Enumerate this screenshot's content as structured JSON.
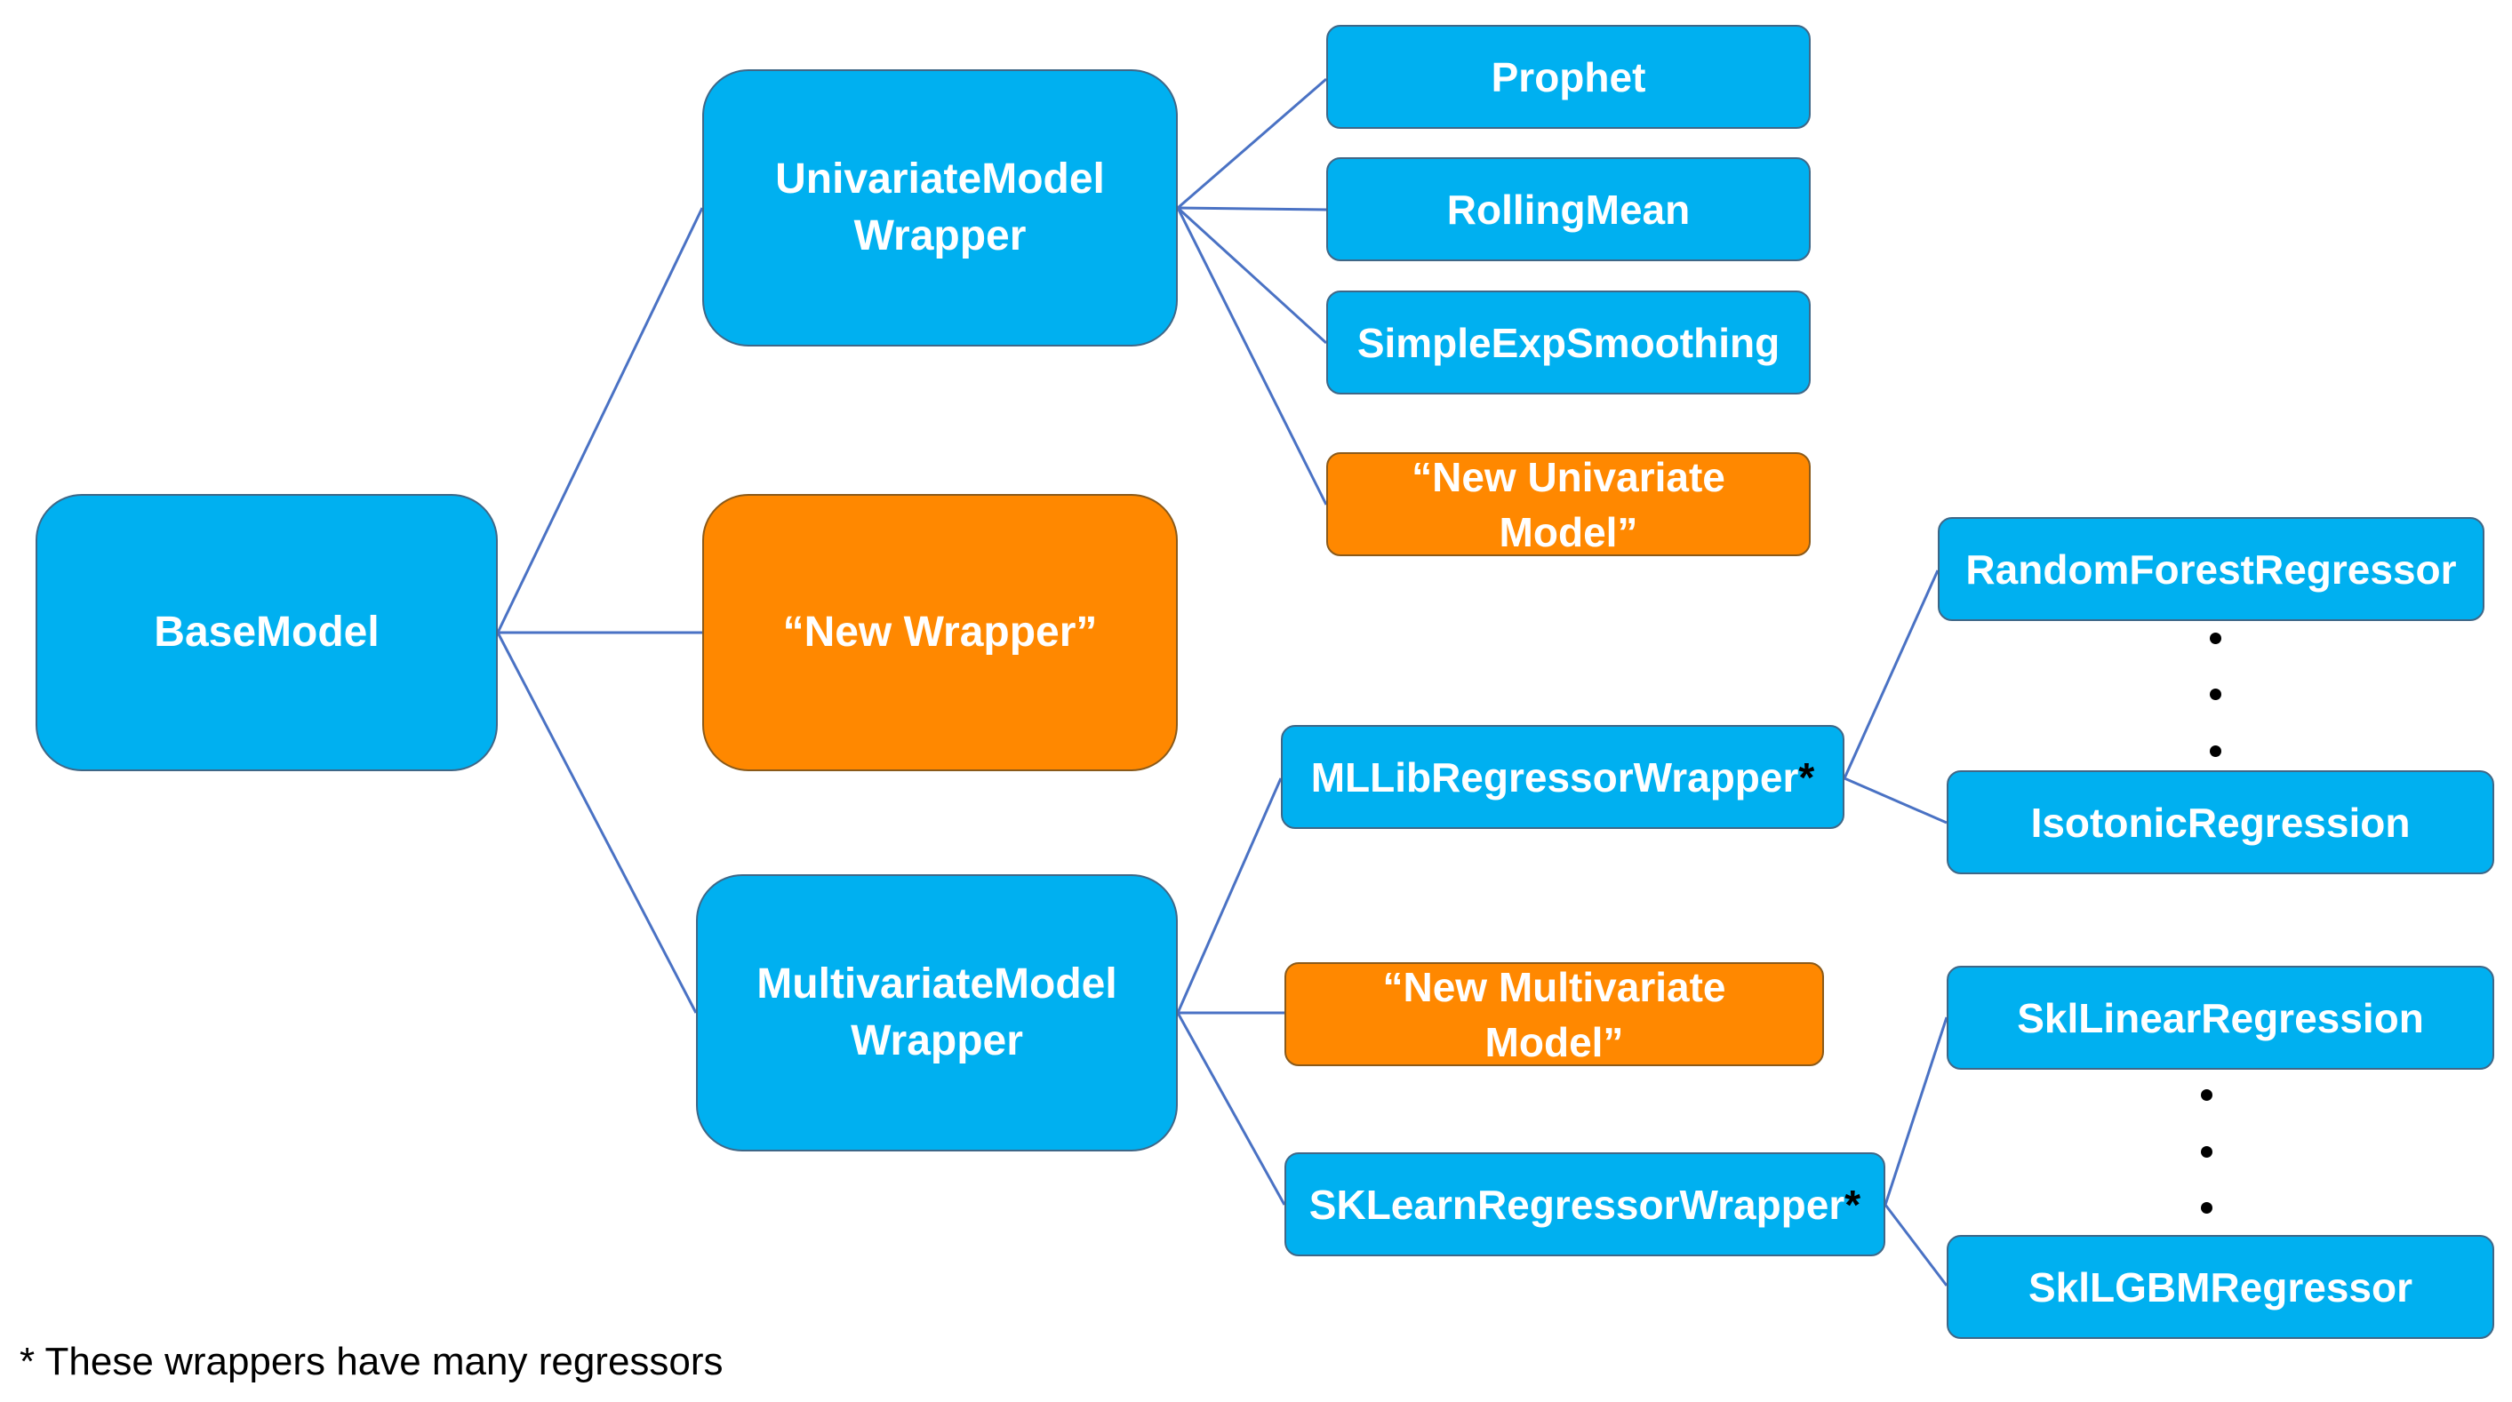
{
  "colors": {
    "node_blue": "#00b0f0",
    "node_orange": "#ff8800",
    "connector": "#4a72c4",
    "border": "#3f6787"
  },
  "nodes": {
    "base_model": "BaseModel",
    "univariate_wrapper": "UnivariateModel\nWrapper",
    "new_wrapper": "“New Wrapper”",
    "multivariate_wrapper": "MultivariateModel\nWrapper",
    "prophet": "Prophet",
    "rolling_mean": "RollingMean",
    "simple_exp_smoothing": "SimpleExpSmoothing",
    "new_univariate_model": "“New Univariate\nModel”",
    "mllib_wrapper": "MLLibRegressorWrapper",
    "new_multivariate_model": "“New Multivariate\nModel”",
    "sklearn_wrapper": "SKLearnRegressorWrapper",
    "random_forest": "RandomForestRegressor",
    "isotonic": "IsotonicRegression",
    "skl_linear": "SklLinearRegression",
    "skl_lgbm": "SklLGBMRegressor",
    "wrapper_marker": "*"
  },
  "footnote": "* These wrappers have many regressors"
}
